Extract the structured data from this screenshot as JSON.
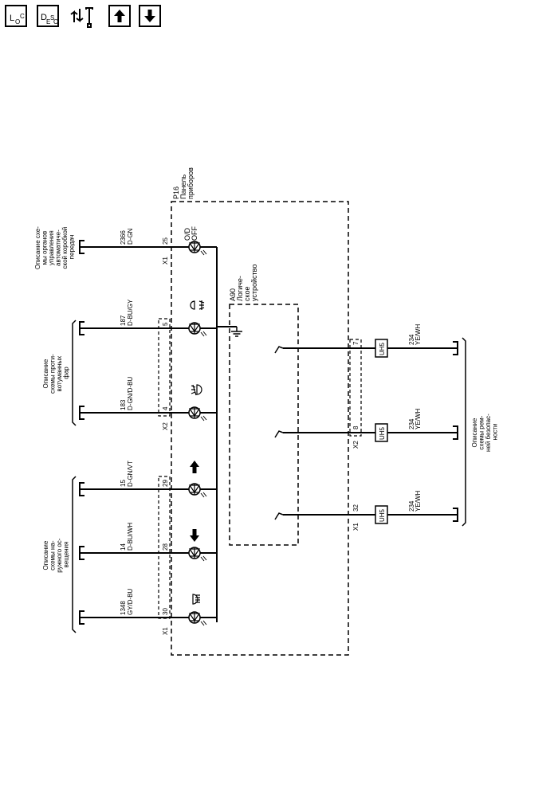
{
  "toolbar": {
    "loc_main": "L",
    "loc_sub": "O",
    "loc_sup": "C",
    "desc_main": "D",
    "desc_sub": "E",
    "desc_s": "S",
    "desc_sup": "C"
  },
  "diagram": {
    "panel_label": [
      "P16",
      "Панель",
      "приборов"
    ],
    "logic_label": [
      "A90",
      "Логиче-",
      "ское",
      "устройство"
    ],
    "ref_trans": [
      "Описание схе-",
      "мы органов",
      "управления",
      "автоматиче-",
      "ской коробкой",
      "передач"
    ],
    "ref_fog": [
      "Описание",
      "схемы проти-",
      "вотуманных",
      "фар"
    ],
    "ref_ext": [
      "Описание",
      "схемы на-",
      "ружного ос-",
      "вещения"
    ],
    "ref_seat": [
      "Описание",
      "схемы рем-",
      "ней безопас-",
      "ности"
    ],
    "wires": [
      {
        "id": "od",
        "num": "2366",
        "color": "D-GN",
        "pin": "25",
        "conn": "X1"
      },
      {
        "id": "rfog",
        "num": "187",
        "color": "D-BU/GY",
        "pin": "5"
      },
      {
        "id": "ffog",
        "num": "183",
        "color": "D-GN/D-BU",
        "pin": "4",
        "conn": "X2"
      },
      {
        "id": "turnr",
        "num": "15",
        "color": "D-GN/VT",
        "pin": "29"
      },
      {
        "id": "turnl",
        "num": "14",
        "color": "D-BU/WH",
        "pin": "28"
      },
      {
        "id": "high",
        "num": "1348",
        "color": "GY/D-BU",
        "pin": "30",
        "conn": "X1"
      }
    ],
    "od_indicator": [
      "O/D",
      "OFF"
    ],
    "seat_wires": [
      {
        "id": "s1",
        "num": "234",
        "color": "YE/WH",
        "pin": "7"
      },
      {
        "id": "s2",
        "num": "234",
        "color": "YE/WH",
        "pin": "8",
        "conn": "X2"
      },
      {
        "id": "s3",
        "num": "234",
        "color": "YE/WH",
        "pin": "32",
        "conn": "X1"
      }
    ],
    "uh5_label": "UH5"
  }
}
